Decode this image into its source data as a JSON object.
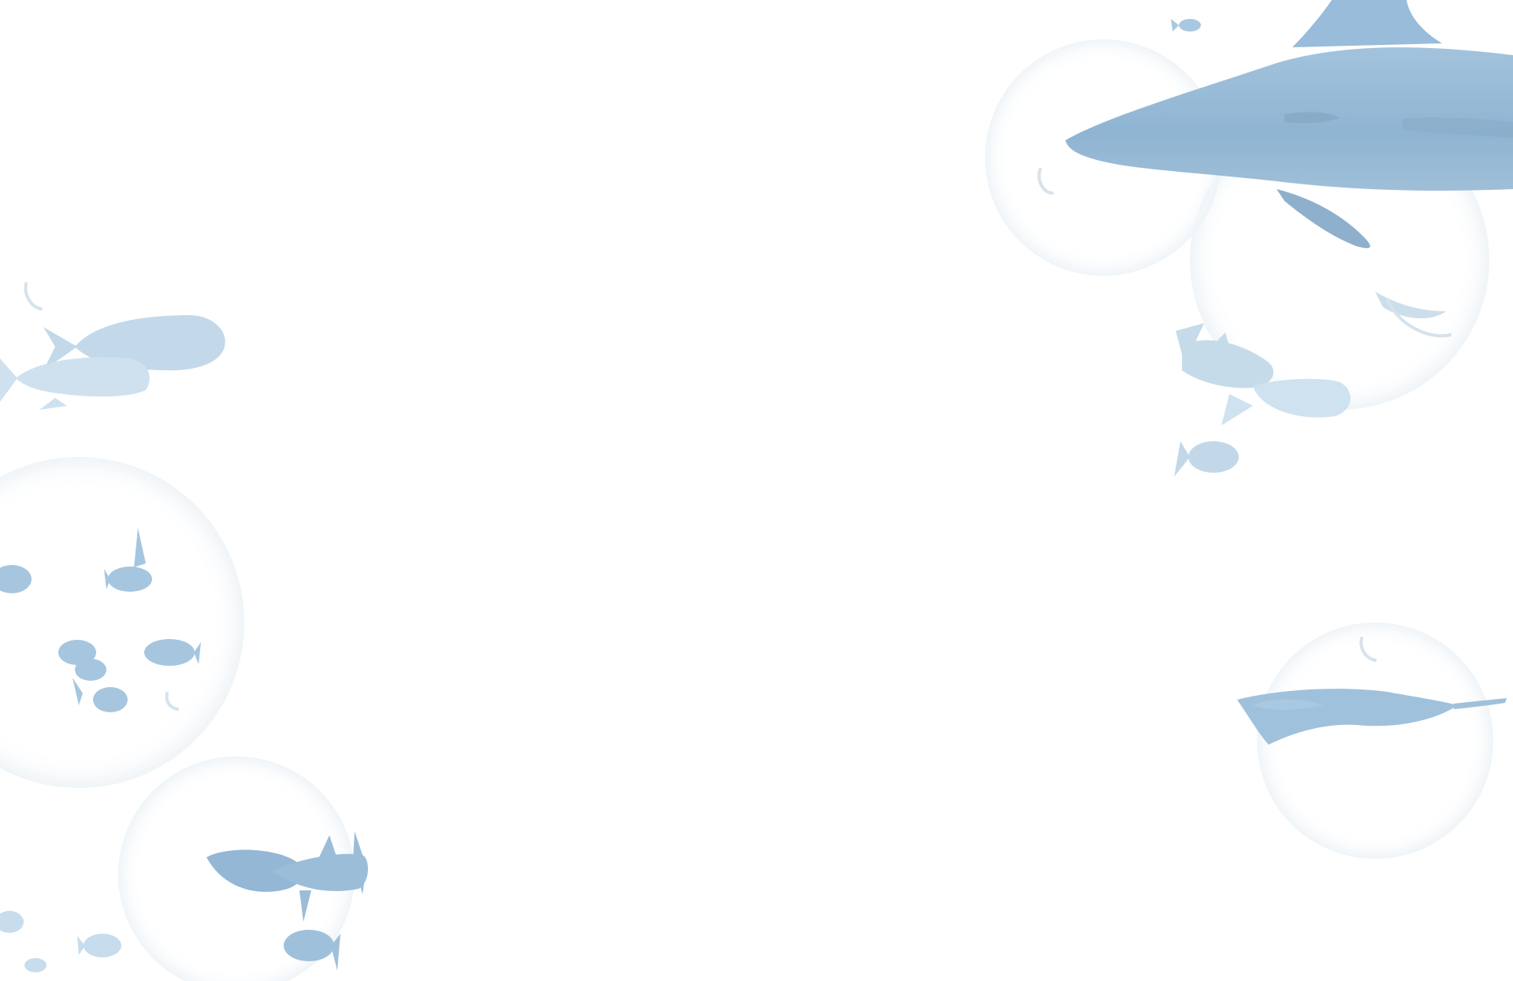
{
  "scene": {
    "kind": "background-illustration",
    "subjects": [
      "shark",
      "jack-fish",
      "small-fish",
      "stingray"
    ]
  },
  "colors": {
    "background": "#ffffff",
    "shark": "#93b8d6",
    "shark_shadow": "#7fa3c1",
    "fish_light": "#c4dae9",
    "fish_mid": "#a9c8e0",
    "fish_dark": "#8db4d3",
    "ray": "#9fc1dc",
    "bubble": "#eef3f7"
  }
}
